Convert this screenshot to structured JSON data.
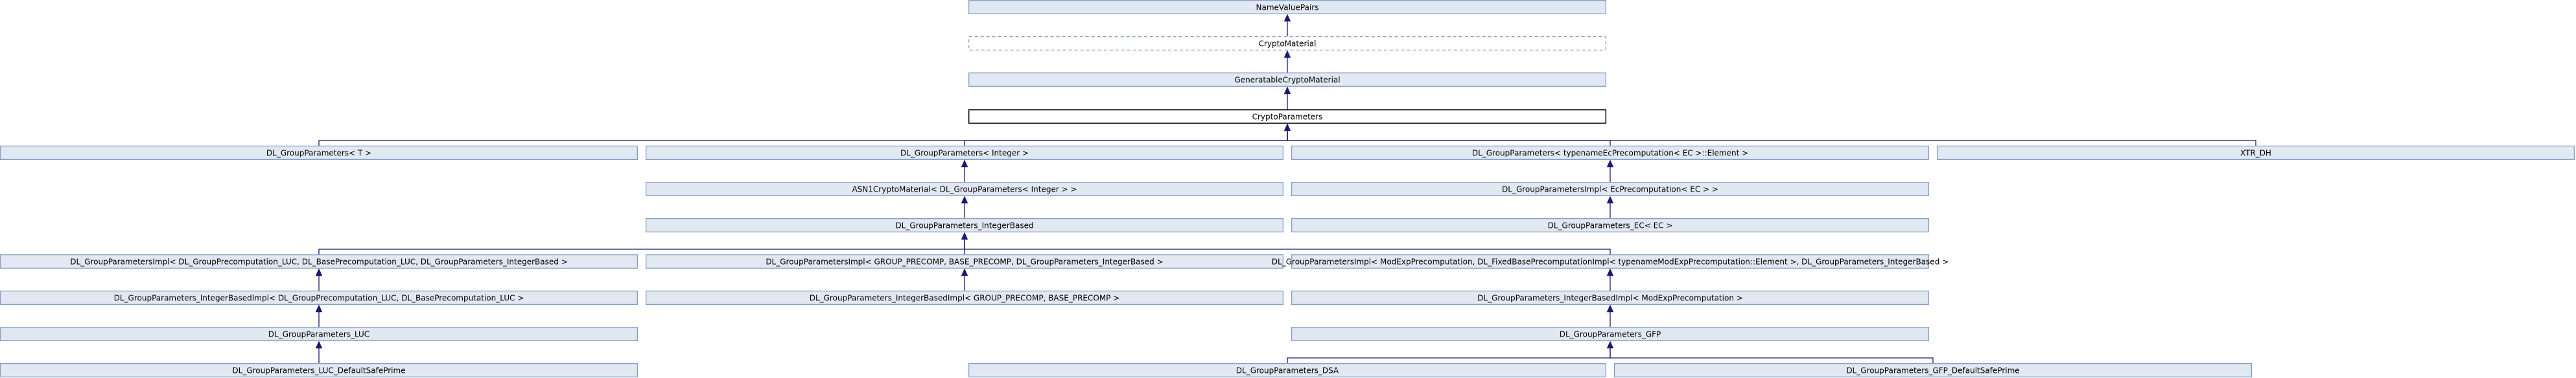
{
  "diagram": {
    "nodes": [
      {
        "id": "nvp",
        "label": "NameValuePairs",
        "style": "normal"
      },
      {
        "id": "cm",
        "label": "CryptoMaterial",
        "style": "dashed"
      },
      {
        "id": "gcm",
        "label": "GeneratableCryptoMaterial",
        "style": "normal"
      },
      {
        "id": "cp",
        "label": "CryptoParameters",
        "style": "current"
      },
      {
        "id": "dlgpT",
        "label": "DL_GroupParameters< T >",
        "style": "normal"
      },
      {
        "id": "dlgpInt",
        "label": "DL_GroupParameters< Integer >",
        "style": "normal"
      },
      {
        "id": "dlgpEcEl",
        "label": "DL_GroupParameters< typenameEcPrecomputation< EC >::Element >",
        "style": "normal"
      },
      {
        "id": "xtr",
        "label": "XTR_DH",
        "style": "normal"
      },
      {
        "id": "asn1",
        "label": "ASN1CryptoMaterial< DL_GroupParameters< Integer > >",
        "style": "normal"
      },
      {
        "id": "implEc",
        "label": "DL_GroupParametersImpl< EcPrecomputation< EC > >",
        "style": "normal"
      },
      {
        "id": "intBased",
        "label": "DL_GroupParameters_IntegerBased",
        "style": "normal"
      },
      {
        "id": "gpEc",
        "label": "DL_GroupParameters_EC< EC >",
        "style": "normal"
      },
      {
        "id": "implLuc",
        "label": "DL_GroupParametersImpl< DL_GroupPrecomputation_LUC, DL_BasePrecomputation_LUC, DL_GroupParameters_IntegerBased >",
        "style": "normal"
      },
      {
        "id": "implGroupPre",
        "label": "DL_GroupParametersImpl< GROUP_PRECOMP, BASE_PRECOMP, DL_GroupParameters_IntegerBased >",
        "style": "normal"
      },
      {
        "id": "implModExp",
        "label": "DL_GroupParametersImpl< ModExpPrecomputation, DL_FixedBasePrecomputationImpl< typenameModExpPrecomputation::Element >, DL_GroupParameters_IntegerBased >",
        "style": "normal"
      },
      {
        "id": "ibiLuc",
        "label": "DL_GroupParameters_IntegerBasedImpl< DL_GroupPrecomputation_LUC, DL_BasePrecomputation_LUC >",
        "style": "normal"
      },
      {
        "id": "ibiGroup",
        "label": "DL_GroupParameters_IntegerBasedImpl< GROUP_PRECOMP, BASE_PRECOMP >",
        "style": "normal"
      },
      {
        "id": "ibiModExp",
        "label": "DL_GroupParameters_IntegerBasedImpl< ModExpPrecomputation >",
        "style": "normal"
      },
      {
        "id": "luc",
        "label": "DL_GroupParameters_LUC",
        "style": "normal"
      },
      {
        "id": "gfp",
        "label": "DL_GroupParameters_GFP",
        "style": "normal"
      },
      {
        "id": "lucSafe",
        "label": "DL_GroupParameters_LUC_DefaultSafePrime",
        "style": "normal"
      },
      {
        "id": "dsa",
        "label": "DL_GroupParameters_DSA",
        "style": "normal"
      },
      {
        "id": "gfpSafe",
        "label": "DL_GroupParameters_GFP_DefaultSafePrime",
        "style": "normal"
      }
    ],
    "edges": [
      {
        "from": "cm",
        "to": "nvp"
      },
      {
        "from": "gcm",
        "to": "cm"
      },
      {
        "from": "cp",
        "to": "gcm"
      },
      {
        "from": "dlgpT",
        "to": "cp"
      },
      {
        "from": "dlgpInt",
        "to": "cp"
      },
      {
        "from": "dlgpEcEl",
        "to": "cp"
      },
      {
        "from": "xtr",
        "to": "cp"
      },
      {
        "from": "asn1",
        "to": "dlgpInt"
      },
      {
        "from": "intBased",
        "to": "asn1"
      },
      {
        "from": "implEc",
        "to": "dlgpEcEl"
      },
      {
        "from": "gpEc",
        "to": "implEc"
      },
      {
        "from": "implLuc",
        "to": "intBased"
      },
      {
        "from": "implGroupPre",
        "to": "intBased"
      },
      {
        "from": "implModExp",
        "to": "intBased"
      },
      {
        "from": "ibiLuc",
        "to": "implLuc"
      },
      {
        "from": "ibiGroup",
        "to": "implGroupPre"
      },
      {
        "from": "ibiModExp",
        "to": "implModExp"
      },
      {
        "from": "luc",
        "to": "ibiLuc"
      },
      {
        "from": "gfp",
        "to": "ibiModExp"
      },
      {
        "from": "lucSafe",
        "to": "luc"
      },
      {
        "from": "dsa",
        "to": "gfp"
      },
      {
        "from": "gfpSafe",
        "to": "gfp"
      }
    ]
  }
}
